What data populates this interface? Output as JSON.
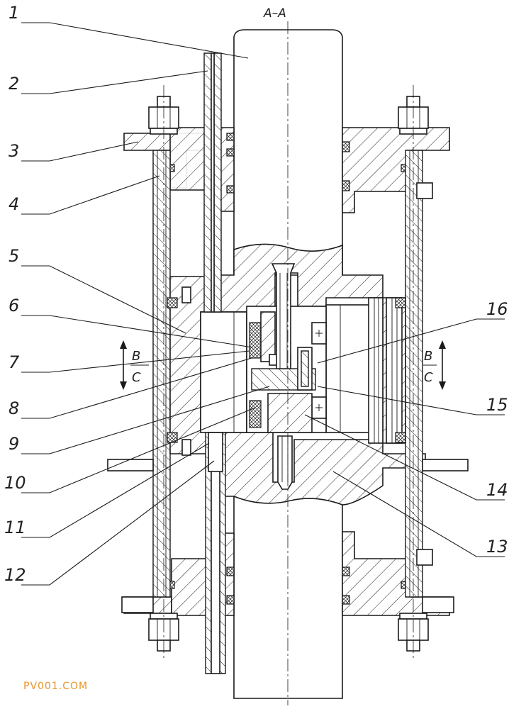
{
  "section_label": "A–A",
  "callouts": [
    {
      "id": "1",
      "label": "1"
    },
    {
      "id": "2",
      "label": "2"
    },
    {
      "id": "3",
      "label": "3"
    },
    {
      "id": "4",
      "label": "4"
    },
    {
      "id": "5",
      "label": "5"
    },
    {
      "id": "6",
      "label": "6"
    },
    {
      "id": "7",
      "label": "7"
    },
    {
      "id": "8",
      "label": "8"
    },
    {
      "id": "9",
      "label": "9"
    },
    {
      "id": "10",
      "label": "10"
    },
    {
      "id": "11",
      "label": "11"
    },
    {
      "id": "12",
      "label": "12"
    },
    {
      "id": "13",
      "label": "13"
    },
    {
      "id": "14",
      "label": "14"
    },
    {
      "id": "15",
      "label": "15"
    },
    {
      "id": "16",
      "label": "16"
    }
  ],
  "section_arrows": {
    "left": {
      "top": "B",
      "bottom": "C"
    },
    "right": {
      "top": "B",
      "bottom": "C"
    }
  },
  "watermark": "PV001.COM"
}
